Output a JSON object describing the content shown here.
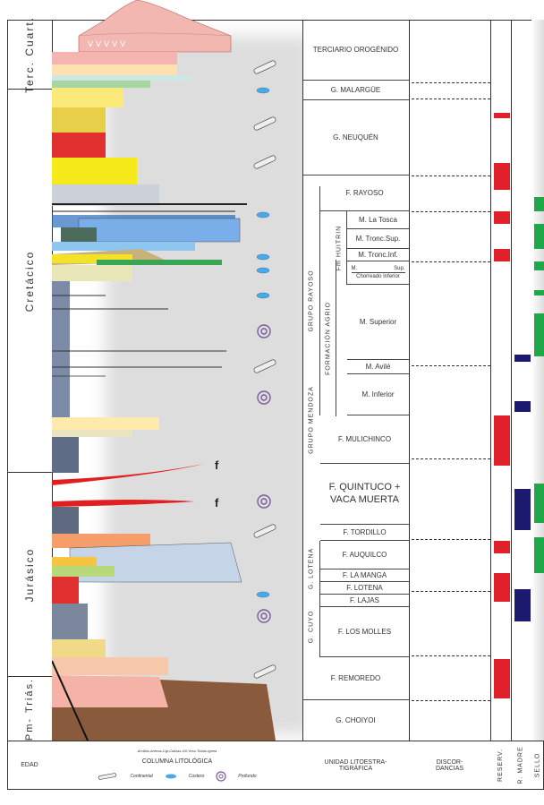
{
  "ages": [
    {
      "label": "Terc. Cuart."
    },
    {
      "label": "Cretácico"
    },
    {
      "label": "Jurásico"
    },
    {
      "label": "Pm- Triás."
    }
  ],
  "groups": {
    "rayoso": "GRUPO RAYOSO",
    "mendoza": "GRUPO MENDOZA",
    "agrio": "FORMACIÓN AGRIO",
    "huitrin": "Fm HUITRIN",
    "lotena": "G. LOTENA",
    "cuyo": "G. CUYO"
  },
  "units": {
    "terciario": "TERCIARIO OROGÉNIDO",
    "malargue": "G. MALARGÜE",
    "neuquen": "G. NEUQUÉN",
    "rayoso": "F. RAYOSO",
    "latosca": "M. La Tosca",
    "troncsup": "M. Tronc.Sup.",
    "troncinf": "M. Tronc.Inf.",
    "chorreado_m": "M.",
    "chorreado_sup": "Sup.",
    "chorreado": "Chorreado Inferior",
    "msuperior": "M. Superior",
    "avile": "M. Avilé",
    "minferior": "M. Inferior",
    "mulichinco": "F. MULICHINCO",
    "quintuco": "F. QUINTUCO + VACA MUERTA",
    "tordillo": "F. TORDILLO",
    "auquilco": "F. AUQUILCO",
    "lamanga": "F. LA MANGA",
    "lotena": "F. LOTENA",
    "lajas": "F. LAJAS",
    "losmolles": "F. LOS MOLLES",
    "remoredo": "F. REMOREDO",
    "choiyoi": "G. CHOIYOI"
  },
  "fossil_marks": [
    "f",
    "f"
  ],
  "footer": {
    "edad": "EDAD",
    "columna": "COLUMNA LITOLÓGICA",
    "lithology_note": "Arcillas-Arenas-Cgl-Calizas-Gil-Yeso-Tobas-Ignea",
    "unidad": "UNIDAD LITOESTRA-TIGRÁFICA",
    "discordancias": "DISCOR-DANCIAS",
    "reserv": "RESERV.",
    "rmadre": "R. MADRE",
    "sello": "SELLO"
  },
  "legend": {
    "continental": "Continental",
    "costero": "Costero",
    "profundo": "Profundo"
  },
  "colors": {
    "reservoir": "#e0202a",
    "source_rock": "#1c1a6e",
    "seal": "#1fa84a"
  }
}
